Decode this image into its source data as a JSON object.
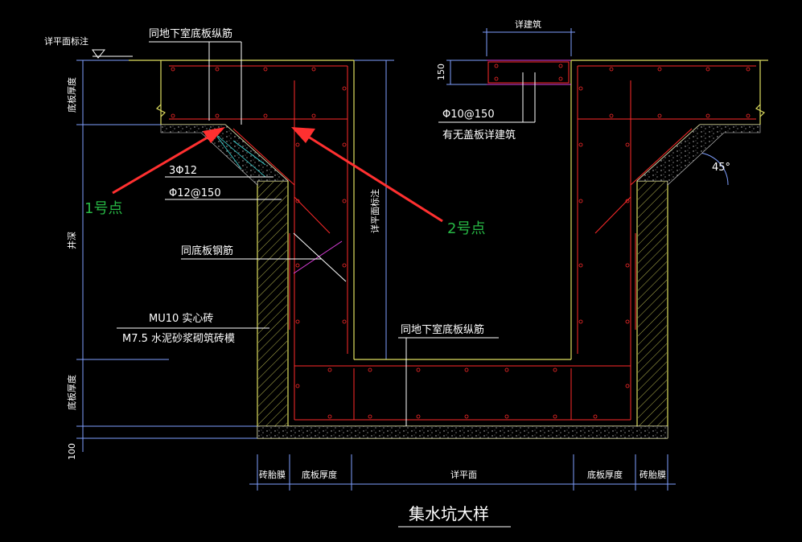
{
  "labels": {
    "elev_note": "详平面标注",
    "top_rebar": "同地下室底板纵筋",
    "slab_thickness_left": "底板厚度",
    "bar_3phi12": "3Φ12",
    "bar_phi12_150": "Φ12@150",
    "pit_depth": "井深",
    "same_slab_bar": "同底板钢筋",
    "brick_1": "MU10 实心砖",
    "brick_2": "M7.5 水泥砂浆砌筑砖模",
    "slab_thickness_left_lower": "底板厚度",
    "dim_100": "100",
    "elev_note_vertical": "详平面标注",
    "bottom_rebar": "同地下室底板纵筋",
    "detail_arch": "详建筑",
    "dim_150": "150",
    "cover_bar": "Φ10@150",
    "cover_note": "有无盖板详建筑",
    "angle_45": "45°",
    "bottom_dim_brick_left": "砖胎膜",
    "bottom_dim_slab_left": "底板厚度",
    "bottom_dim_plan": "详平面",
    "bottom_dim_slab_right": "底板厚度",
    "bottom_dim_brick_right": "砖胎膜",
    "title": "集水坑大样",
    "point_1": "1号点",
    "point_2": "2号点"
  },
  "colors": {
    "background": "#000000",
    "concrete_outline": "#e0e060",
    "rebar": "#ff2a2a",
    "dimension": "#7f9fff",
    "leader": "#ffffff",
    "hatch": "#e0e060",
    "cyan": "#40e0e0",
    "magenta": "#e040e0",
    "arrow": "#ff3030",
    "annotation_green": "#27b845"
  }
}
